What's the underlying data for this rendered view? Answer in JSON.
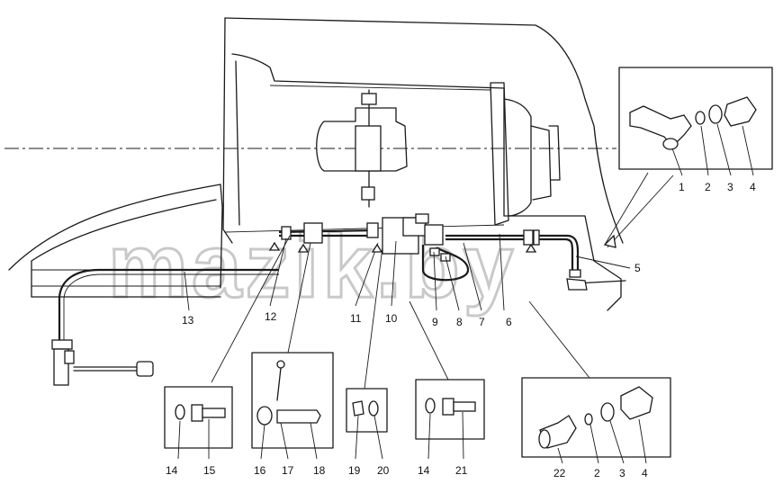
{
  "watermark": "mazik.by",
  "callouts": {
    "c1": "1",
    "c2": "2",
    "c3": "3",
    "c4": "4",
    "c5": "5",
    "c6": "6",
    "c7": "7",
    "c8": "8",
    "c9": "9",
    "c10": "10",
    "c11": "11",
    "c12": "12",
    "c13": "13",
    "c14a": "14",
    "c15": "15",
    "c16": "16",
    "c17": "17",
    "c18": "18",
    "c19": "19",
    "c20": "20",
    "c14b": "14",
    "c21": "21",
    "c22": "22",
    "c2b": "2",
    "c3b": "3",
    "c4b": "4"
  }
}
